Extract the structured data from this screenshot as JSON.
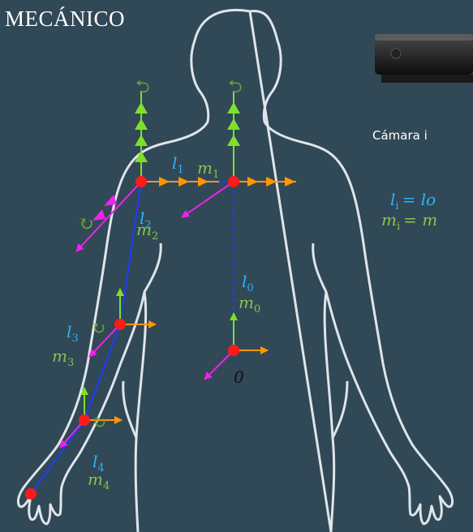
{
  "title": "MECÁNICO",
  "camera": {
    "caption": "Cámara i"
  },
  "equations": [
    {
      "lhs": "l",
      "sub": "i",
      "rhs": "= lo",
      "color": "#29b6f6"
    },
    {
      "lhs": "m",
      "sub": "i",
      "rhs": "= m",
      "color": "#8bc34a"
    }
  ],
  "segments": [
    {
      "l": "l",
      "l_sub": "0",
      "m": "m",
      "m_sub": "0"
    },
    {
      "l": "l",
      "l_sub": "1",
      "m": "m",
      "m_sub": "1"
    },
    {
      "l": "l",
      "l_sub": "2",
      "m": "m",
      "m_sub": "2"
    },
    {
      "l": "l",
      "l_sub": "3",
      "m": "m",
      "m_sub": "3"
    },
    {
      "l": "l",
      "l_sub": "4",
      "m": "m",
      "m_sub": "4"
    }
  ],
  "origin_label": "0",
  "colors": {
    "background": "#314856",
    "outline": "#dfe5ea",
    "joint": "#ff1a1a",
    "link": "#1f3fe0",
    "x_axis": "#ff9800",
    "y_axis": "#7ee02a",
    "z_axis": "#ee22ee",
    "rotation": "#6aa03a",
    "length_label": "#29b6f6",
    "mass_label": "#8bc34a"
  }
}
